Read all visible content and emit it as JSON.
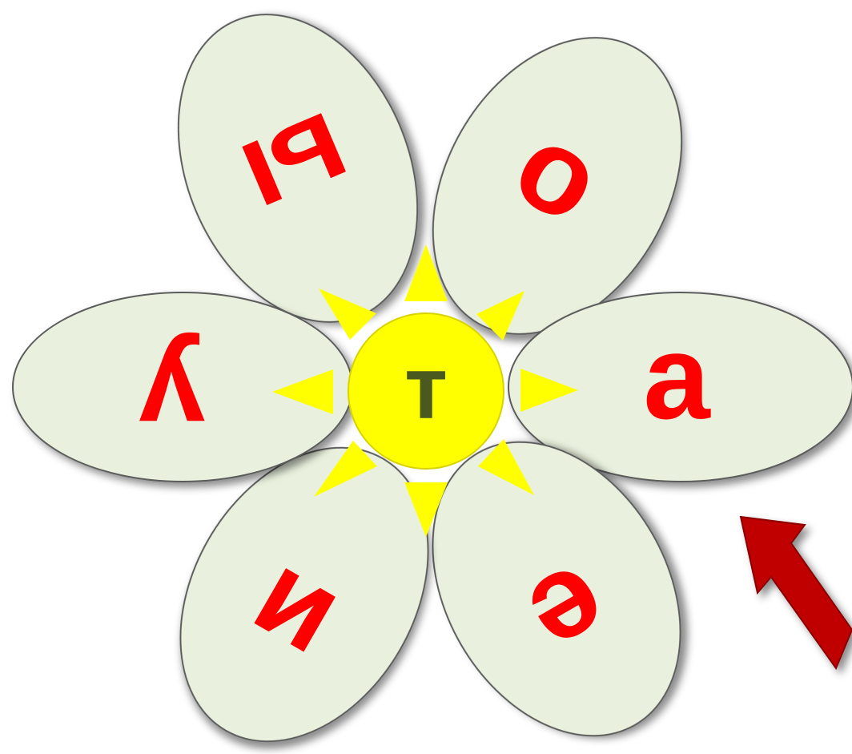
{
  "flower": {
    "center_letter": "т",
    "petals": [
      {
        "name": "top-left",
        "letter": "ы"
      },
      {
        "name": "top-right",
        "letter": "о"
      },
      {
        "name": "right",
        "letter": "а"
      },
      {
        "name": "bottom-right",
        "letter": "е"
      },
      {
        "name": "bottom-left",
        "letter": "и"
      },
      {
        "name": "left",
        "letter": "у"
      }
    ]
  },
  "colors": {
    "petal_fill": "#e9f1de",
    "petal_letter": "#ff0000",
    "center_fill": "#ffff00",
    "center_letter": "#4a5a1e",
    "arrow": "#c00000"
  },
  "icons": {
    "arrow": "arrow-up-left-icon"
  }
}
